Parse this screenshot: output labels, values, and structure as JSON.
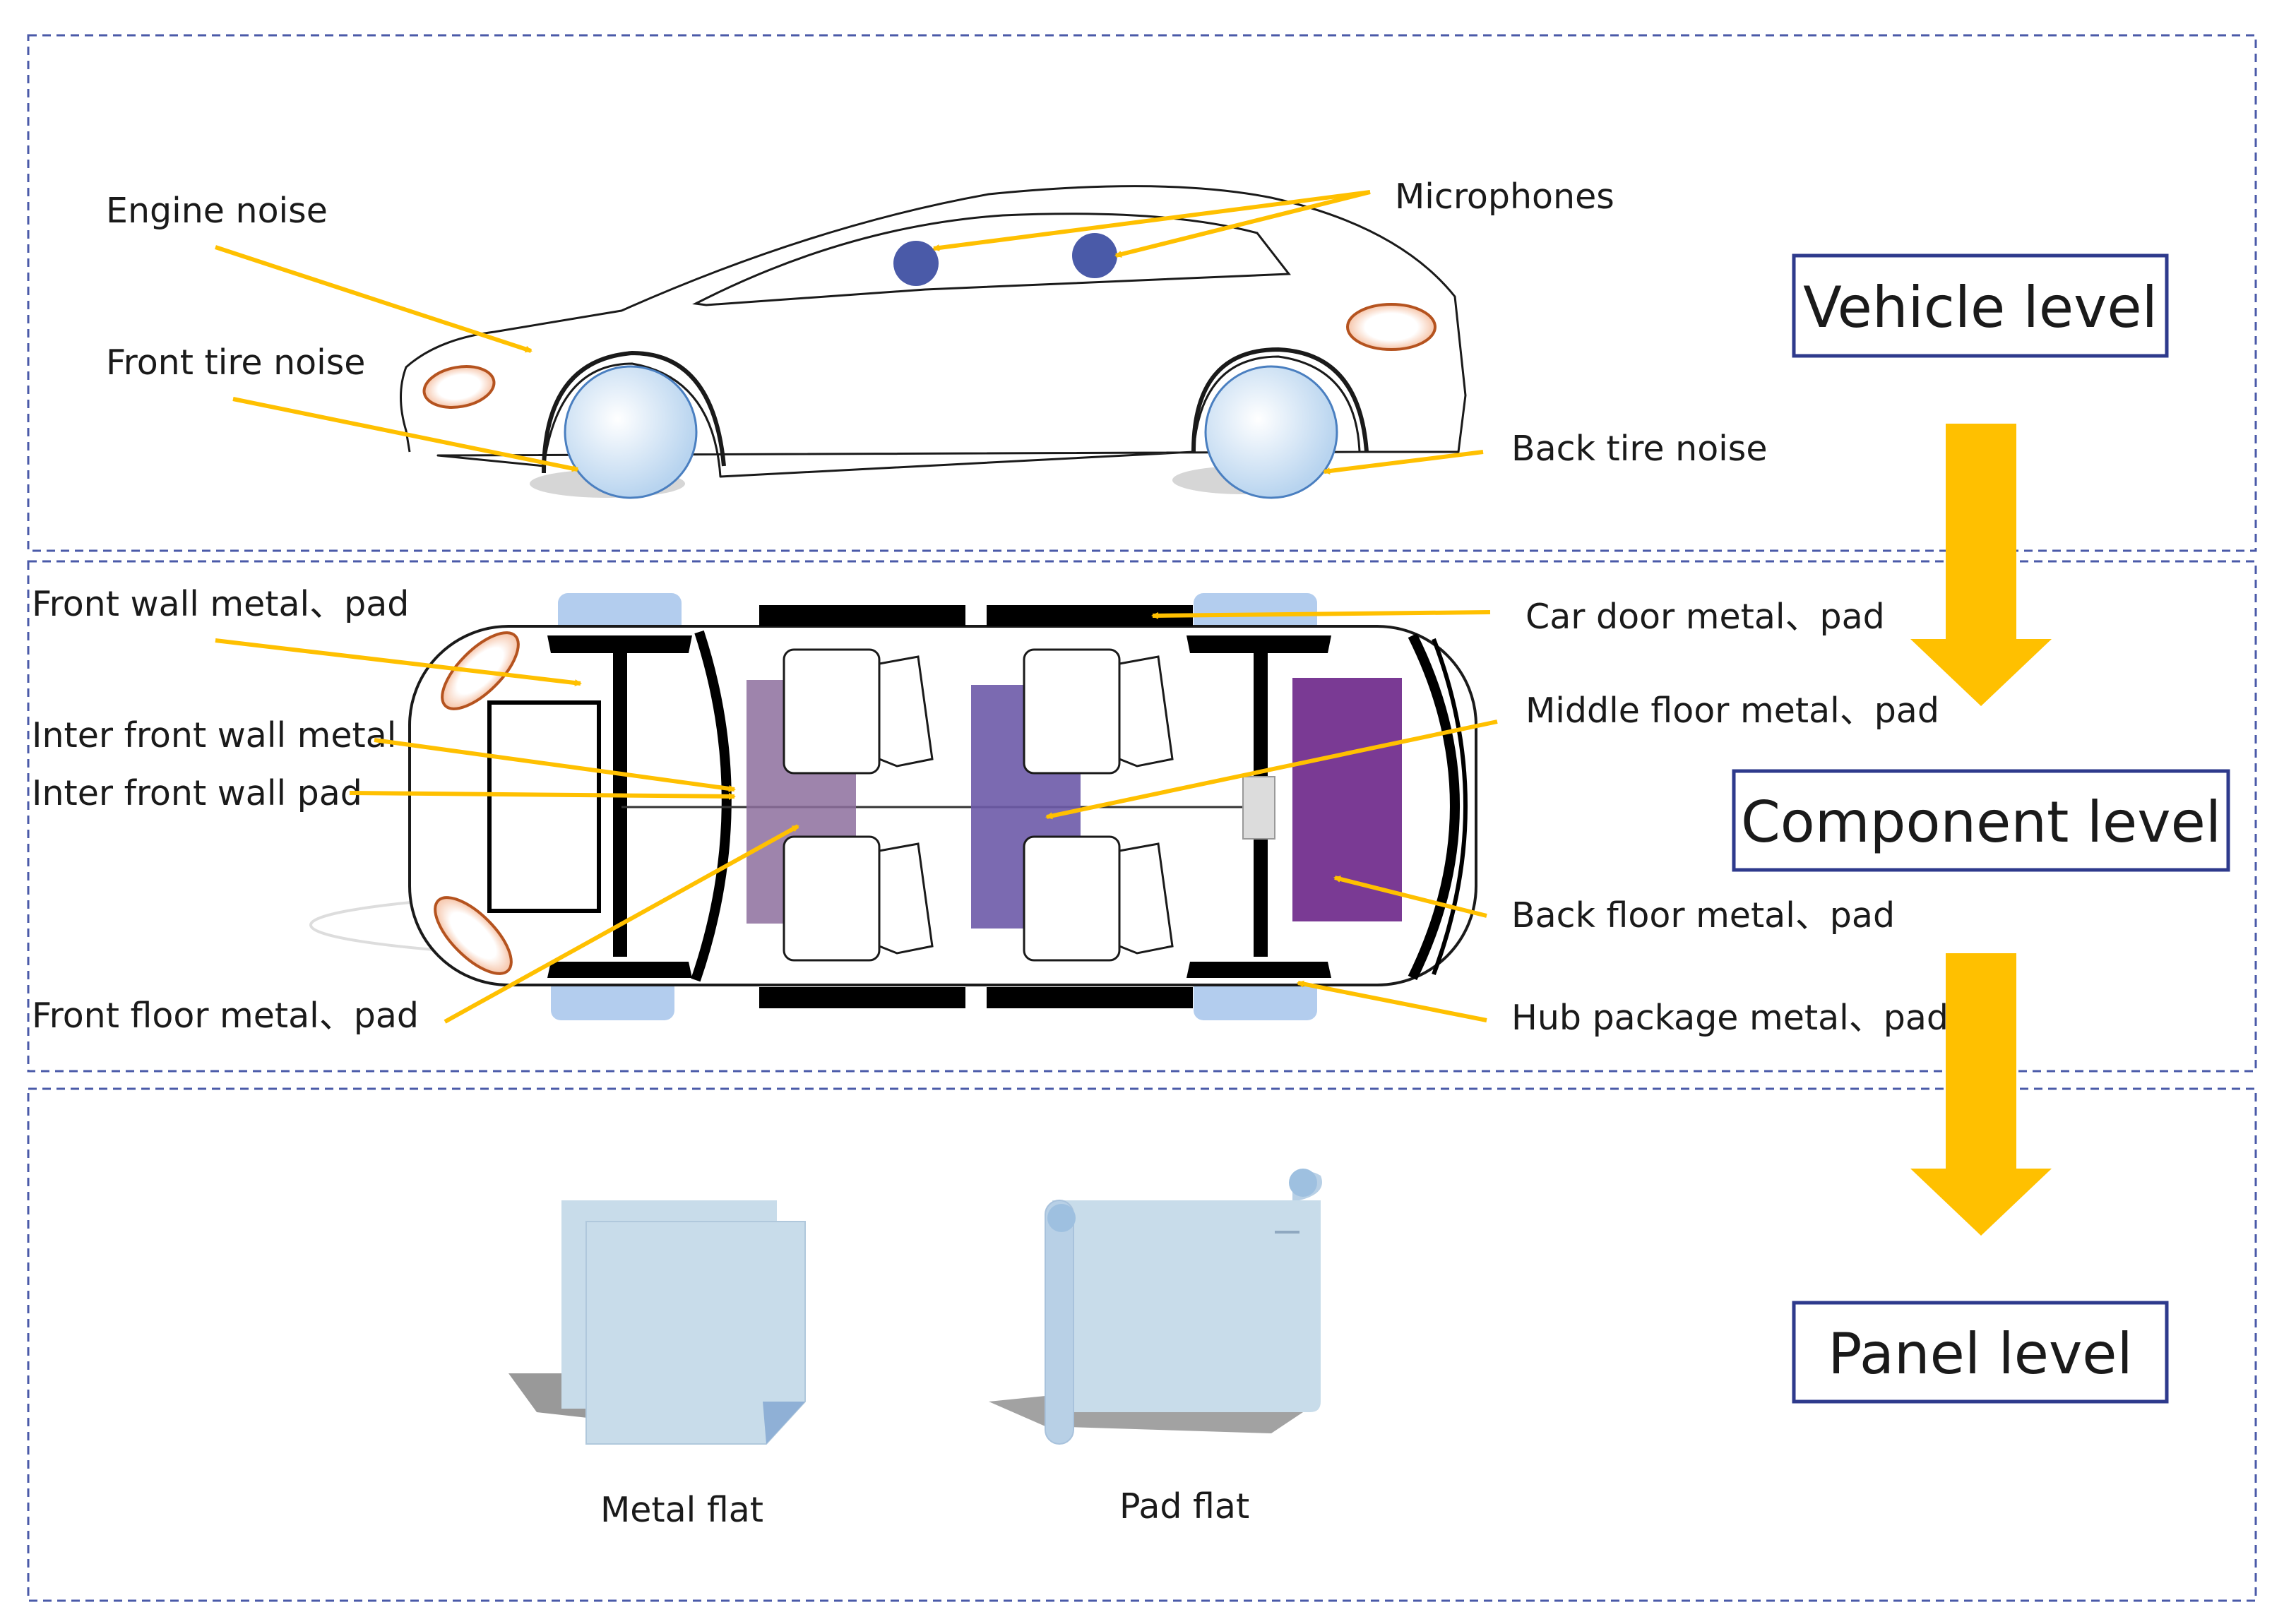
{
  "levels": {
    "vehicle": "Vehicle level",
    "component": "Component level",
    "panel": "Panel level"
  },
  "vehicle_labels": {
    "engine_noise": "Engine noise",
    "front_tire_noise": "Front tire noise",
    "microphones": "Microphones",
    "back_tire_noise": "Back tire noise"
  },
  "component_labels": {
    "front_wall": "Front wall metal、pad",
    "inter_front_wall_metal": "Inter front wall metal",
    "inter_front_wall_pad": "Inter front wall pad",
    "front_floor": "Front  floor metal、pad",
    "car_door": "Car door metal、pad",
    "middle_floor": "Middle floor metal、pad",
    "back_floor": "Back floor metal、pad",
    "hub_package": "Hub package metal、pad"
  },
  "panel_labels": {
    "metal_flat": "Metal flat",
    "pad_flat": "Pad flat"
  },
  "colors": {
    "arrow": "#FFC000",
    "frame_border": "#2E3A8C",
    "section_border": "#4A5AA8",
    "microphone": "#4A5AA8",
    "panel_fill": "#C8DCEA"
  }
}
